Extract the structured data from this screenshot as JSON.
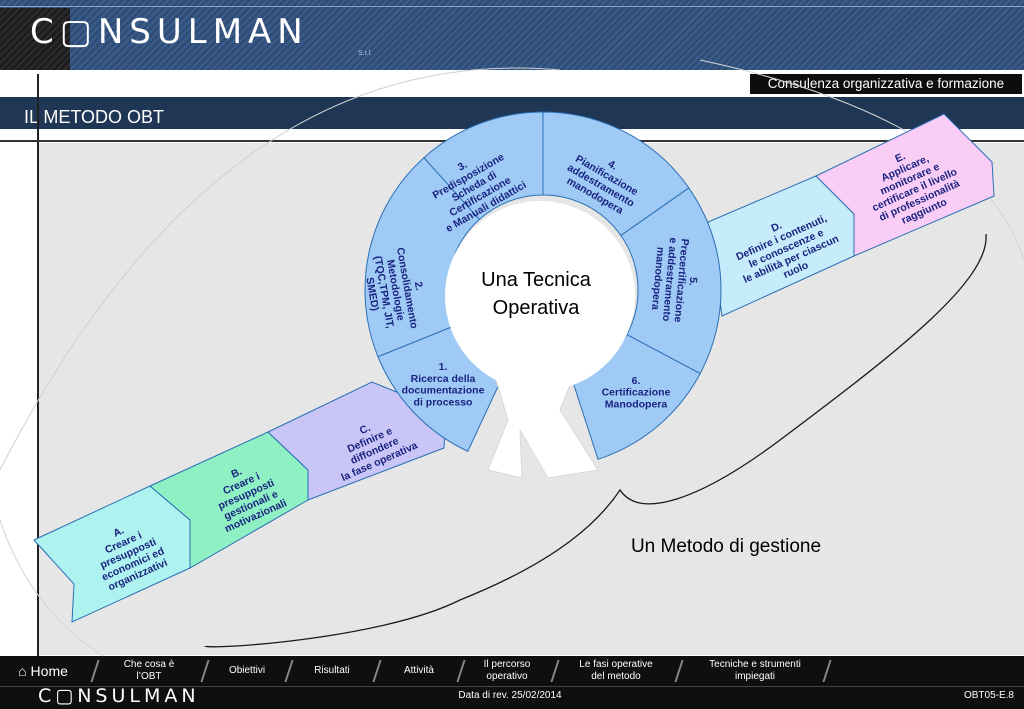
{
  "header": {
    "logo_text": "C▢NSULMAN",
    "logo_sub": "S.r.l.",
    "tagline": "Consulenza organizzativa e formazione"
  },
  "page_title": "IL METODO OBT",
  "diagram": {
    "center_text": [
      "Una Tecnica",
      "Operativa"
    ],
    "gestione_label": "Un Metodo di gestione",
    "ring_segments": [
      {
        "id": "1",
        "lines": [
          "1.",
          "Ricerca della",
          "documentazione",
          "di processo"
        ]
      },
      {
        "id": "2",
        "lines": [
          "2.",
          "Consolidamento",
          "Metodologie",
          "(TQC,TPM, JIT,",
          "SMED)"
        ]
      },
      {
        "id": "3",
        "lines": [
          "3.",
          "Predisposizione",
          "Scheda di",
          "Certificazione",
          "e  Manuali didattici"
        ]
      },
      {
        "id": "4",
        "lines": [
          "4.",
          "Pianificazione",
          "addestramento",
          "manodopera"
        ]
      },
      {
        "id": "5",
        "lines": [
          "5.",
          "Precertificazione",
          "e addestramento",
          "manodopera"
        ]
      },
      {
        "id": "6",
        "lines": [
          "6.",
          "Certificazione",
          "Manodopera"
        ]
      }
    ],
    "band_segments": [
      {
        "id": "A",
        "lines": [
          "A.",
          "Creare i",
          "presupposti",
          "economici ed",
          "organizzativi"
        ],
        "color": "#aef3ef"
      },
      {
        "id": "B",
        "lines": [
          "B.",
          "Creare i",
          "presupposti",
          "gestionali e",
          "motivazionali"
        ],
        "color": "#8ff0c4"
      },
      {
        "id": "C",
        "lines": [
          "C.",
          "Definire e",
          "diffondere",
          "la fase operativa"
        ],
        "color": "#c9c6f7"
      },
      {
        "id": "D",
        "lines": [
          "D.",
          "Definire i contenuti,",
          "le conoscenze e",
          "le abilità per ciascun",
          "ruolo"
        ],
        "color": "#c6ecfb"
      },
      {
        "id": "E",
        "lines": [
          "E.",
          "Applicare,",
          "monitorare e",
          "certificare il livello",
          "di professionalità",
          "raggiunto"
        ],
        "color": "#f9cdf6"
      }
    ],
    "colors": {
      "ring": "#9fcaf5",
      "ring_stroke": "#2a6fb5",
      "text": "#1a2380"
    }
  },
  "nav": {
    "home": "Home",
    "items": [
      [
        "Che cosa è",
        "l’OBT"
      ],
      [
        "Obiettivi"
      ],
      [
        "Risultati"
      ],
      [
        "Attività"
      ],
      [
        "Il percorso",
        "operativo"
      ],
      [
        "Le fasi operative",
        "del metodo"
      ],
      [
        "Tecniche e strumenti",
        "impiegati"
      ]
    ]
  },
  "footer": {
    "logo_text": "C▢NSULMAN",
    "rev_date": "Data di rev. 25/02/2014",
    "doc_code": "OBT05-E.8"
  }
}
